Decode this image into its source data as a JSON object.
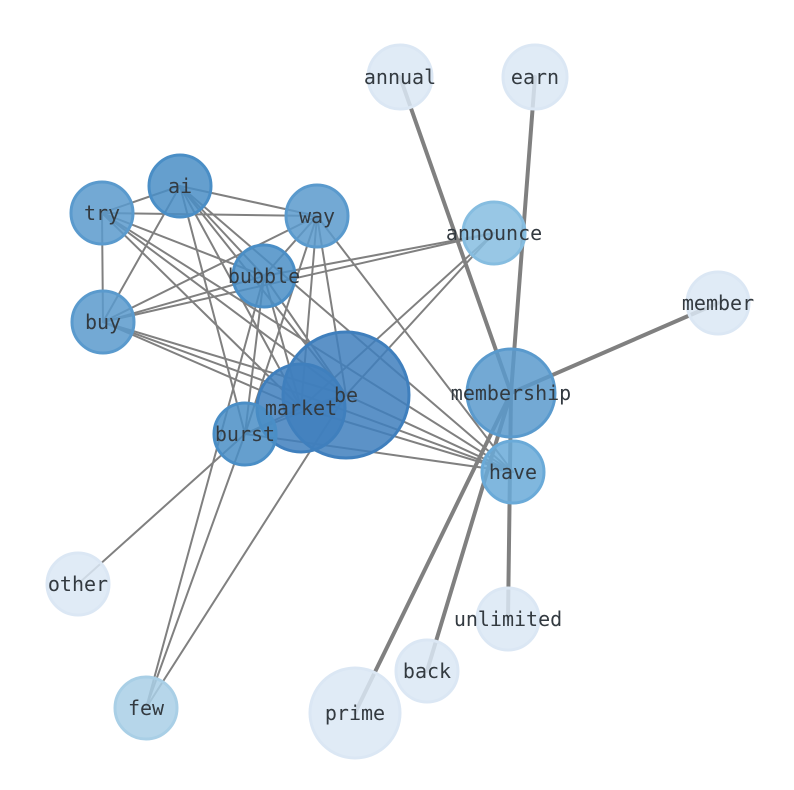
{
  "nodes": [
    {
      "id": "annual",
      "label": "annual",
      "color": "#dbe7f4",
      "opacity": 0.85
    },
    {
      "id": "earn",
      "label": "earn",
      "color": "#dbe7f4",
      "opacity": 0.85
    },
    {
      "id": "ai",
      "label": "ai",
      "color": "#4a8ec6",
      "opacity": 0.85
    },
    {
      "id": "try",
      "label": "try",
      "color": "#5a9acd",
      "opacity": 0.85
    },
    {
      "id": "way",
      "label": "way",
      "color": "#5a9acd",
      "opacity": 0.85
    },
    {
      "id": "announce",
      "label": "announce",
      "color": "#86bde0",
      "opacity": 0.85
    },
    {
      "id": "bubble",
      "label": "bubble",
      "color": "#4a8ec6",
      "opacity": 0.85
    },
    {
      "id": "member",
      "label": "member",
      "color": "#dbe7f4",
      "opacity": 0.85
    },
    {
      "id": "buy",
      "label": "buy",
      "color": "#5a9acd",
      "opacity": 0.85
    },
    {
      "id": "membership",
      "label": "membership",
      "color": "#5a9acd",
      "opacity": 0.85
    },
    {
      "id": "be",
      "label": "be",
      "color": "#3f7fbd",
      "opacity": 0.85
    },
    {
      "id": "market",
      "label": "market",
      "color": "#3f7fbd",
      "opacity": 0.85
    },
    {
      "id": "burst",
      "label": "burst",
      "color": "#4a8ec6",
      "opacity": 0.85
    },
    {
      "id": "have",
      "label": "have",
      "color": "#6aaad8",
      "opacity": 0.85
    },
    {
      "id": "other",
      "label": "other",
      "color": "#dbe7f4",
      "opacity": 0.85
    },
    {
      "id": "unlimited",
      "label": "unlimited",
      "color": "#dbe7f4",
      "opacity": 0.85
    },
    {
      "id": "back",
      "label": "back",
      "color": "#dbe7f4",
      "opacity": 0.85
    },
    {
      "id": "few",
      "label": "few",
      "color": "#a9cfe6",
      "opacity": 0.85
    },
    {
      "id": "prime",
      "label": "prime",
      "color": "#dbe7f4",
      "opacity": 0.85
    }
  ],
  "edges": [
    {
      "source": "annual",
      "target": "membership",
      "weight": "strong"
    },
    {
      "source": "earn",
      "target": "membership",
      "weight": "strong"
    },
    {
      "source": "member",
      "target": "membership",
      "weight": "strong"
    },
    {
      "source": "membership",
      "target": "prime",
      "weight": "strong"
    },
    {
      "source": "membership",
      "target": "back",
      "weight": "strong"
    },
    {
      "source": "membership",
      "target": "unlimited",
      "weight": "strong"
    },
    {
      "source": "announce",
      "target": "bubble",
      "weight": "normal"
    },
    {
      "source": "announce",
      "target": "buy",
      "weight": "normal"
    },
    {
      "source": "announce",
      "target": "be",
      "weight": "normal"
    },
    {
      "source": "announce",
      "target": "market",
      "weight": "normal"
    },
    {
      "source": "ai",
      "target": "try",
      "weight": "normal"
    },
    {
      "source": "ai",
      "target": "way",
      "weight": "normal"
    },
    {
      "source": "ai",
      "target": "buy",
      "weight": "normal"
    },
    {
      "source": "ai",
      "target": "bubble",
      "weight": "normal"
    },
    {
      "source": "ai",
      "target": "be",
      "weight": "normal"
    },
    {
      "source": "ai",
      "target": "market",
      "weight": "normal"
    },
    {
      "source": "ai",
      "target": "burst",
      "weight": "normal"
    },
    {
      "source": "ai",
      "target": "have",
      "weight": "normal"
    },
    {
      "source": "try",
      "target": "way",
      "weight": "normal"
    },
    {
      "source": "try",
      "target": "buy",
      "weight": "normal"
    },
    {
      "source": "try",
      "target": "bubble",
      "weight": "normal"
    },
    {
      "source": "try",
      "target": "be",
      "weight": "normal"
    },
    {
      "source": "try",
      "target": "market",
      "weight": "normal"
    },
    {
      "source": "try",
      "target": "have",
      "weight": "normal"
    },
    {
      "source": "way",
      "target": "bubble",
      "weight": "normal"
    },
    {
      "source": "way",
      "target": "buy",
      "weight": "normal"
    },
    {
      "source": "way",
      "target": "be",
      "weight": "normal"
    },
    {
      "source": "way",
      "target": "market",
      "weight": "normal"
    },
    {
      "source": "way",
      "target": "burst",
      "weight": "normal"
    },
    {
      "source": "way",
      "target": "have",
      "weight": "normal"
    },
    {
      "source": "bubble",
      "target": "buy",
      "weight": "normal"
    },
    {
      "source": "bubble",
      "target": "be",
      "weight": "normal"
    },
    {
      "source": "bubble",
      "target": "market",
      "weight": "normal"
    },
    {
      "source": "bubble",
      "target": "burst",
      "weight": "normal"
    },
    {
      "source": "bubble",
      "target": "few",
      "weight": "normal"
    },
    {
      "source": "buy",
      "target": "be",
      "weight": "normal"
    },
    {
      "source": "buy",
      "target": "market",
      "weight": "normal"
    },
    {
      "source": "buy",
      "target": "have",
      "weight": "normal"
    },
    {
      "source": "be",
      "target": "market",
      "weight": "normal"
    },
    {
      "source": "be",
      "target": "burst",
      "weight": "normal"
    },
    {
      "source": "be",
      "target": "have",
      "weight": "normal"
    },
    {
      "source": "be",
      "target": "few",
      "weight": "normal"
    },
    {
      "source": "market",
      "target": "burst",
      "weight": "normal"
    },
    {
      "source": "market",
      "target": "have",
      "weight": "normal"
    },
    {
      "source": "burst",
      "target": "have",
      "weight": "normal"
    },
    {
      "source": "burst",
      "target": "other",
      "weight": "normal"
    },
    {
      "source": "burst",
      "target": "few",
      "weight": "normal"
    }
  ],
  "colors": {
    "edge": "#808080",
    "label": "#333a40",
    "background": "#ffffff"
  }
}
